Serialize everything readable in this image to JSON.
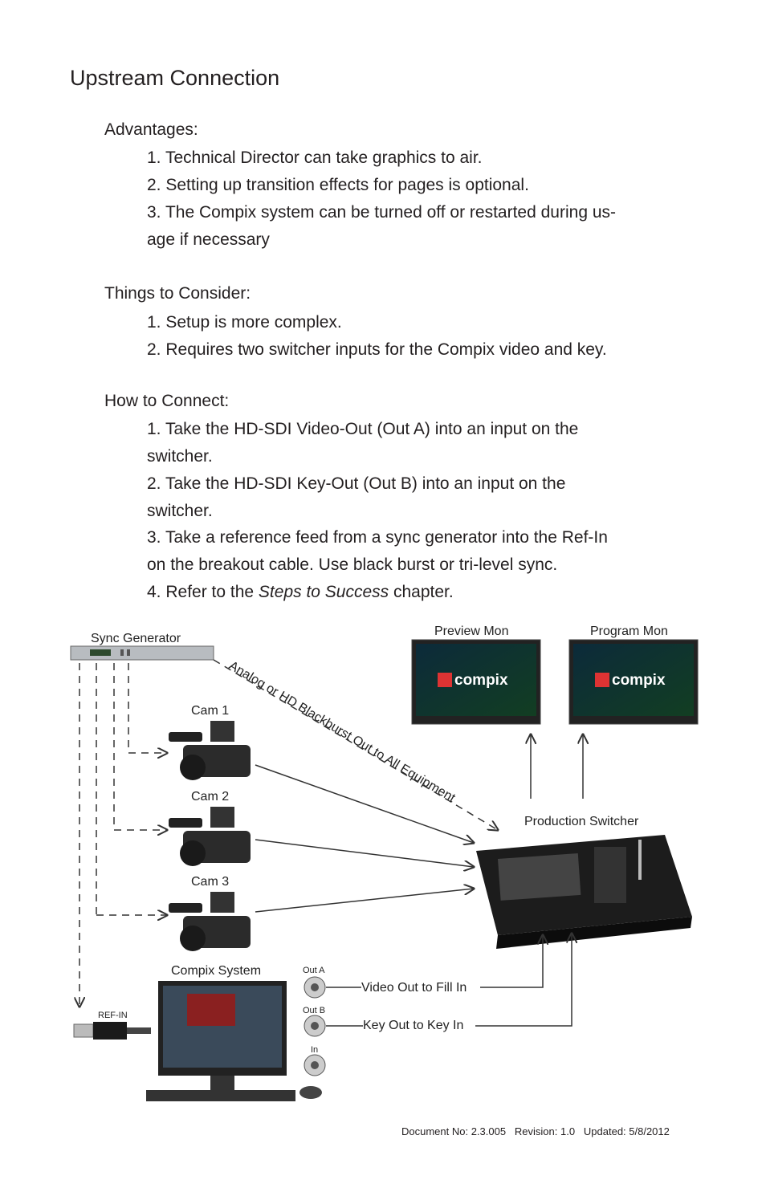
{
  "title": "Upstream Connection",
  "advantages": {
    "heading": "Advantages:",
    "items": [
      "1. Technical Director can take graphics to air.",
      "2. Setting up transition effects for pages is optional.",
      "3. The Compix system can be turned off or restarted during us-",
      "age if necessary"
    ]
  },
  "consider": {
    "heading": "Things to Consider:",
    "items": [
      "1. Setup is more complex.",
      "2. Requires two switcher inputs for the Compix video and key."
    ]
  },
  "connect": {
    "heading": "How to Connect:",
    "items": [
      "1. Take the HD-SDI Video-Out (Out A) into an input on the",
      "switcher.",
      "2. Take the HD-SDI Key-Out (Out B) into an input on the",
      "switcher.",
      "3. Take a reference feed from a sync generator into the Ref-In",
      "on the breakout cable. Use black burst or tri-level sync."
    ],
    "item4_pre": "4. Refer to the ",
    "item4_em": "Steps to Success",
    "item4_post": " chapter."
  },
  "diagram": {
    "sync_generator": "Sync Generator",
    "blackburst": "Analog or HD Blackburst Out to All Equipment",
    "preview_mon": "Preview Mon",
    "program_mon": "Program Mon",
    "monitor_logo": "compix",
    "cam1": "Cam 1",
    "cam2": "Cam 2",
    "cam3": "Cam 3",
    "production_switcher": "Production Switcher",
    "compix_system": "Compix System",
    "out_a": "Out A",
    "out_b": "Out B",
    "in": "In",
    "ref_in": "REF-IN",
    "video_out": "Video Out to Fill In",
    "key_out": "Key Out to Key In"
  },
  "footer": "Document No: 2.3.005   Revision: 1.0   Updated: 5/8/2012"
}
